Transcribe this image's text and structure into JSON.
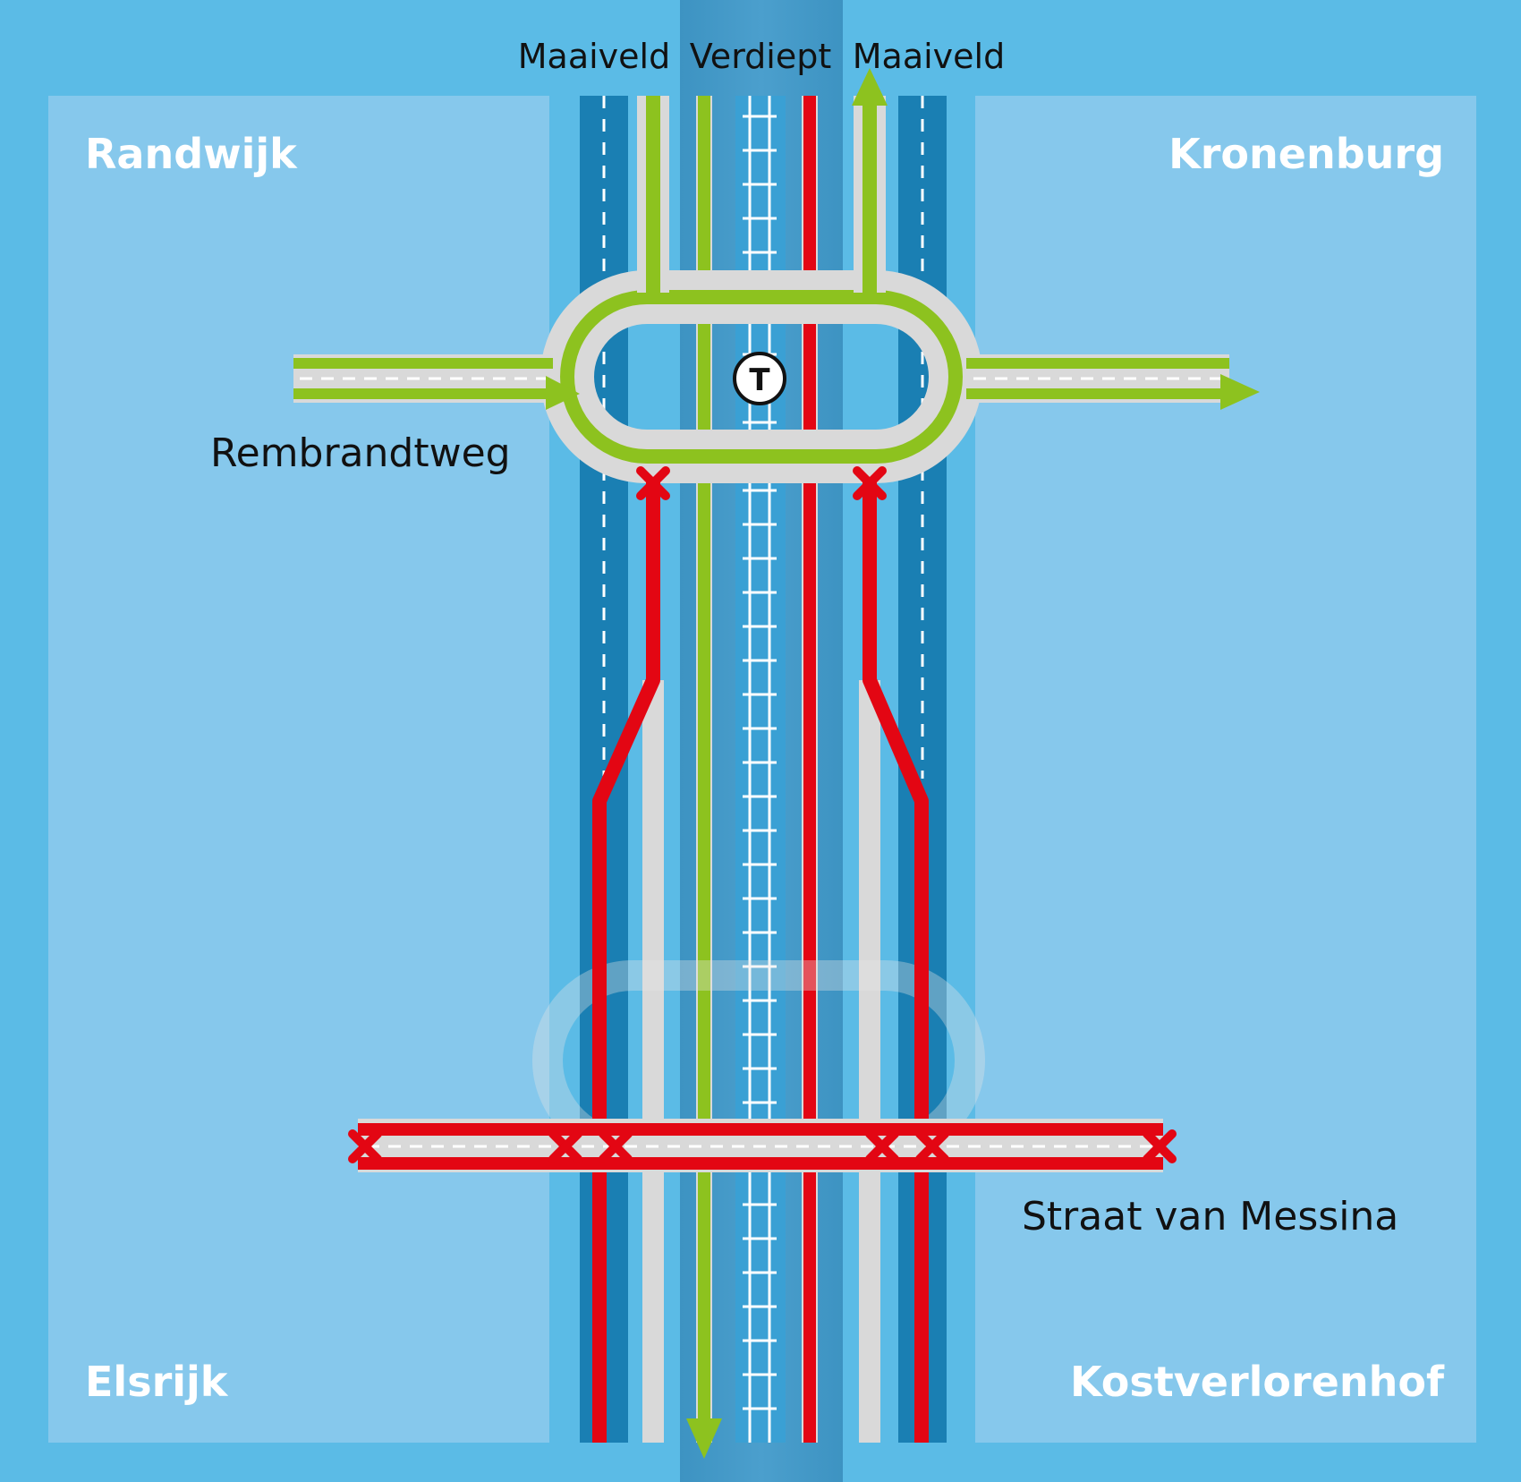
{
  "column_headers": {
    "left": "Maaiveld",
    "center": "Verdiept",
    "right": "Maaiveld"
  },
  "districts": {
    "top_left": "Randwijk",
    "top_right": "Kronenburg",
    "bottom_left": "Elsrijk",
    "bottom_right": "Kostverlorenhof"
  },
  "streets": {
    "upper": "Rembrandtweg",
    "lower": "Straat van Messina"
  },
  "tram_stop_symbol": "T",
  "legend_colors": {
    "open_route": "#8dc21f",
    "closed_route": "#e30613",
    "road": "#d9d9d9",
    "background": "#5bbbe6",
    "district_area": "#86c8ec",
    "sunken_road": "#1a7fb3"
  },
  "icons": [
    "arrow-icon",
    "closed-cross-icon",
    "tram-stop-icon"
  ]
}
